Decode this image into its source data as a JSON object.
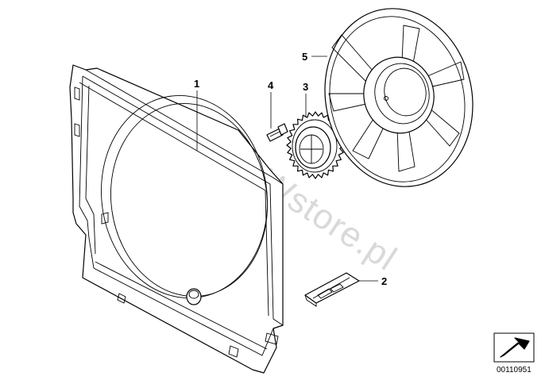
{
  "watermark": "www.BMWstore.pl",
  "diagram_id": "00110951",
  "callouts": {
    "fan_shroud": "1",
    "clip": "2",
    "fan_coupling": "3",
    "screw": "4",
    "fan_impeller": "5"
  }
}
